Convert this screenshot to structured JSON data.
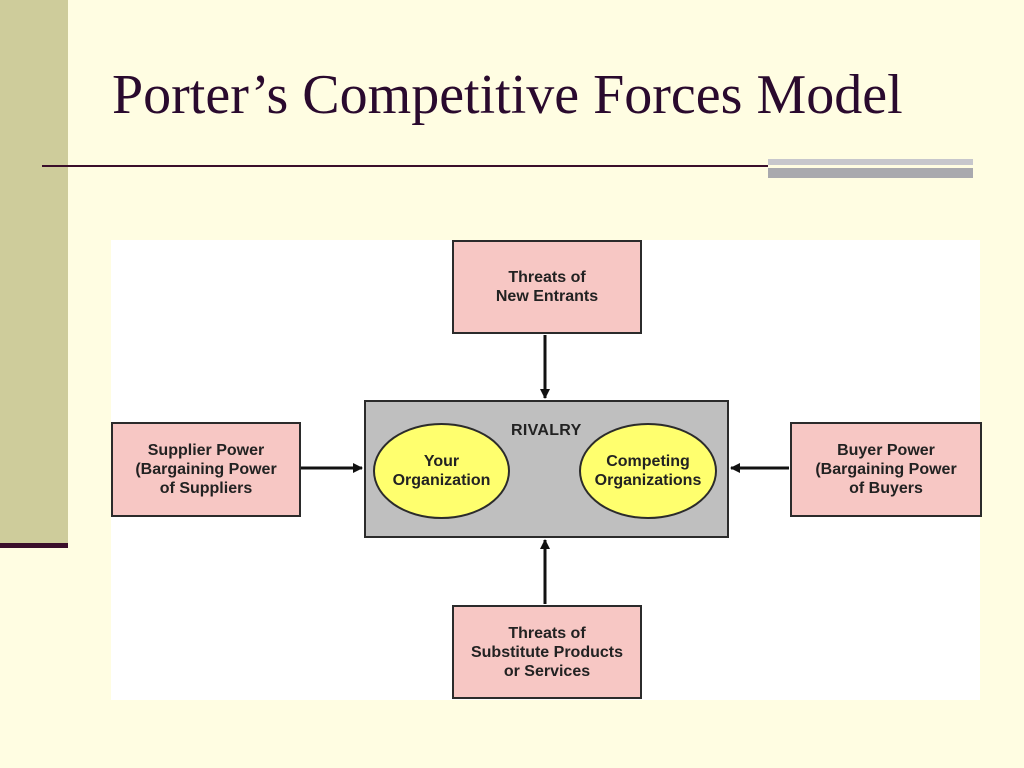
{
  "slide": {
    "title": "Porter’s Competitive Forces Model"
  },
  "diagram": {
    "top_force": "Threats of\nNew Entrants",
    "left_force": "Supplier Power\n(Bargaining Power\nof Suppliers",
    "right_force": "Buyer Power\n(Bargaining Power\nof Buyers",
    "bottom_force": "Threats of\nSubstitute Products\nor Services",
    "center": {
      "label": "RIVALRY",
      "left_oval": "Your\nOrganization",
      "right_oval": "Competing\nOrganizations"
    }
  },
  "colors": {
    "background": "#FFFDE2",
    "force_box": "#F7C7C4",
    "rivalry_panel": "#BFBFBF",
    "oval": "#FFFF6E",
    "title_text": "#2A0A2E"
  }
}
